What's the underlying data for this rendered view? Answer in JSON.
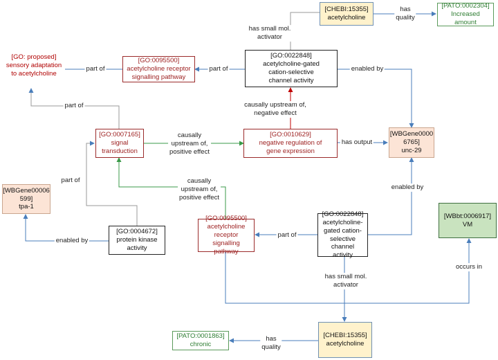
{
  "colors": {
    "edge_blue": "#4a7ebb",
    "edge_green": "#3a9a48",
    "edge_red": "#c00000",
    "edge_gray": "#999999"
  },
  "nodes": {
    "n_sensory": "[GO: proposed]\nsensory adaptation\nto acetylcholine",
    "n_achr_sig_top": "[GO:0095500]\nacetylcholine receptor\nsignalling pathway",
    "n_channel_top": "[GO:0022848]\nacetylcholine-gated\ncation-selective\nchannel activity",
    "n_chebi_top": "[CHEBI:15355]\nacetylcholine",
    "n_pato_top": "[PATO:0002304]\nIncreased\namount",
    "n_signal": "[GO:0007165]\nsignal\ntransduction",
    "n_negreg": "[GO:0010629]\nnegative regulation of\ngene expression",
    "n_unc29": "[WBGene0000\n6765]\nunc-29",
    "n_tpa1": "[WBGene00006\n599]\ntpa-1",
    "n_kinase": "[GO:0004672]\nprotein kinase\nactivity",
    "n_achr_sig_bot": "[GO:0095500]\nacetylcholine\nreceptor signalling\npathway",
    "n_channel_bot": "[GO:0022848]\nacetylcholine-\ngated cation-\nselective channel\nactivity",
    "n_vm": "[WBbt:0006917]\nVM",
    "n_pato_bot": "[PATO:0001863]\nchronic",
    "n_chebi_bot": "[CHEBI:15355]\nacetylcholine"
  },
  "edge_labels": {
    "lbl_has_small_top": "has small mol.\nactivator",
    "lbl_has_quality_top": "has\nquality",
    "lbl_partof_a": "part of",
    "lbl_partof_b": "part of",
    "lbl_enabled_by_top": "enabled by",
    "lbl_partof_c": "part of",
    "lbl_causal_neg": "causally upstream of,\nnegative effect",
    "lbl_causal_pos_a": "causally\nupstream of,\npositive effect",
    "lbl_has_output": "has output",
    "lbl_partof_d": "part of",
    "lbl_causal_pos_b": "causally\nupstream of,\npositive effect",
    "lbl_enabled_by_unc": "enabled by",
    "lbl_enabled_by_tpa": "enabled by",
    "lbl_partof_e": "part of",
    "lbl_has_small_bot": "has small mol.\nactivator",
    "lbl_occurs_in": "occurs in",
    "lbl_has_quality_bot": "has\nquality"
  }
}
